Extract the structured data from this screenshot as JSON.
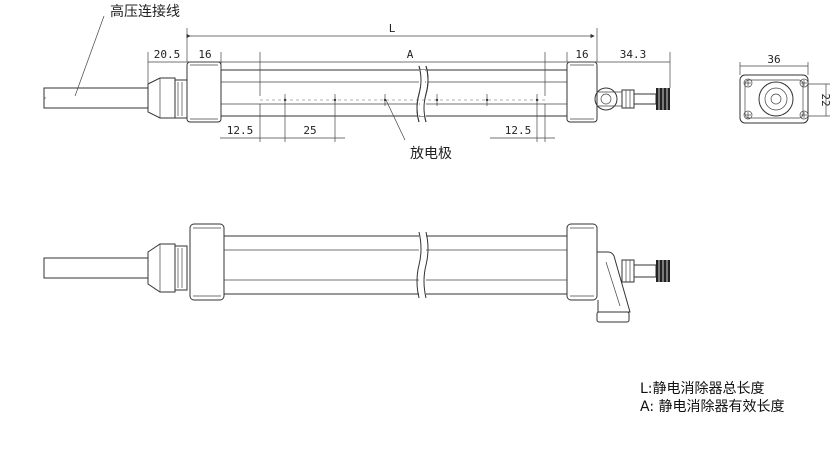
{
  "labels": {
    "cable": "高压连接线",
    "electrode": "放电极"
  },
  "dims": {
    "L": "L",
    "A": "A",
    "d20_5": "20.5",
    "d16_left": "16",
    "d16_right": "16",
    "d34_3": "34.3",
    "d12_5_left": "12.5",
    "d25": "25",
    "d12_5_right": "12.5",
    "d36": "36",
    "d22": "22"
  },
  "legend": {
    "line1": "L:静电消除器总长度",
    "line2": "A: 静电消除器有效长度"
  }
}
